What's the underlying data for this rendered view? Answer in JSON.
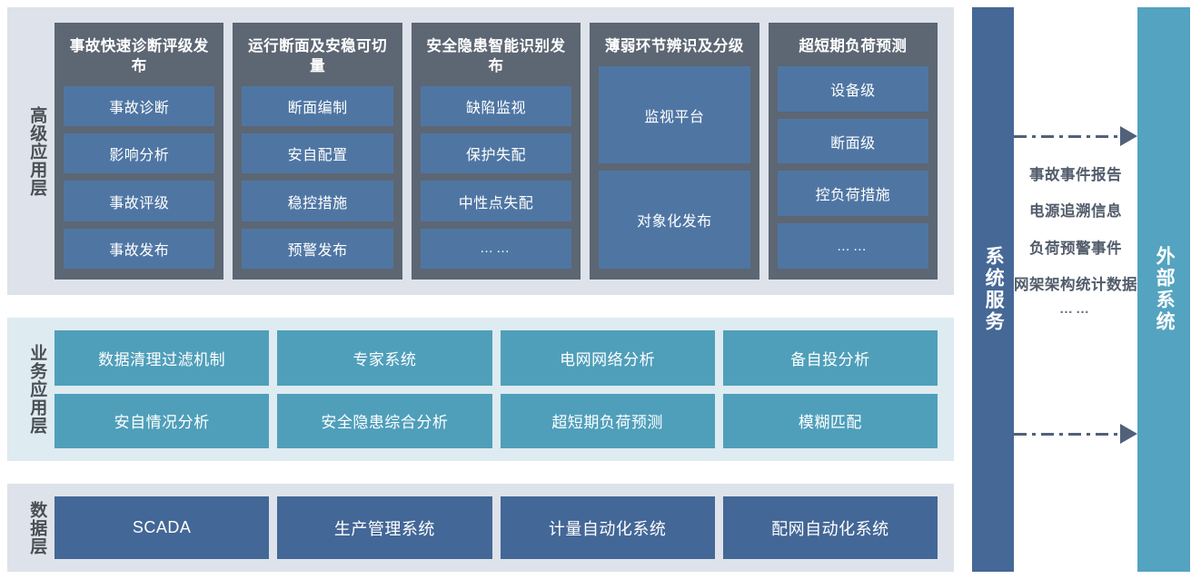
{
  "colors": {
    "layer_bg_gray": "#dee2ea",
    "layer_bg_teal": "#deebf1",
    "group_box": "#5d6673",
    "group_item": "#4f76a3",
    "business_cell": "#4f9fba",
    "data_cell": "#436796",
    "system_service_bar": "#456896",
    "external_system_bar": "#54a3c0",
    "arrow": "#52617a",
    "label_text": "#4a4f56"
  },
  "layers": {
    "advanced": {
      "label": "高级应用层",
      "groups": [
        {
          "title": "事故快速诊断评级发布",
          "items": [
            "事故诊断",
            "影响分析",
            "事故评级",
            "事故发布"
          ]
        },
        {
          "title": "运行断面及安稳可切量",
          "items": [
            "断面编制",
            "安自配置",
            "稳控措施",
            "预警发布"
          ]
        },
        {
          "title": "安全隐患智能识别发布",
          "items": [
            "缺陷监视",
            "保护失配",
            "中性点失配",
            "……"
          ]
        },
        {
          "title": "薄弱环节辨识及分级",
          "items": [
            "监视平台",
            "对象化发布"
          ]
        },
        {
          "title": "超短期负荷预测",
          "items": [
            "设备级",
            "断面级",
            "控负荷措施",
            "……"
          ]
        }
      ]
    },
    "business": {
      "label": "业务应用层",
      "rows": [
        [
          "数据清理过滤机制",
          "专家系统",
          "电网网络分析",
          "备自投分析"
        ],
        [
          "安自情况分析",
          "安全隐患综合分析",
          "超短期负荷预测",
          "模糊匹配"
        ]
      ]
    },
    "data": {
      "label": "数据层",
      "cells": [
        "SCADA",
        "生产管理系统",
        "计量自动化系统",
        "配网自动化系统"
      ]
    }
  },
  "side": {
    "system_service_label": "系统服务",
    "external_system_label": "外部系统",
    "flow_labels": [
      "事故事件报告",
      "电源追溯信息",
      "负荷预警事件",
      "网架架构统计数据"
    ],
    "flow_dots": "……"
  }
}
